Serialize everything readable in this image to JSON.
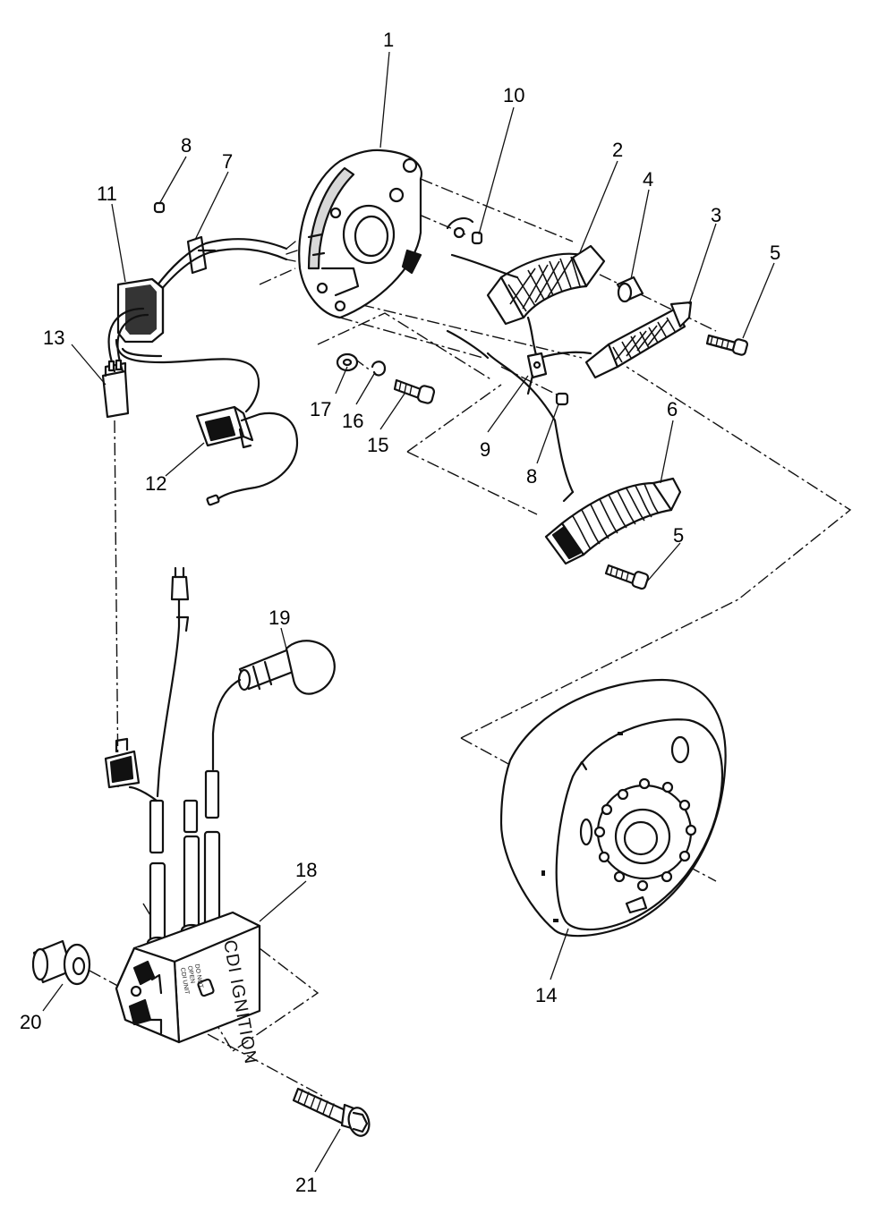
{
  "diagram": {
    "part_labels": [
      "1",
      "2",
      "3",
      "4",
      "5",
      "6",
      "7",
      "8",
      "9",
      "10",
      "11",
      "12",
      "13",
      "14",
      "15",
      "16",
      "17",
      "18",
      "19",
      "20",
      "21"
    ],
    "cdi_marking": "CDI IGNITION",
    "cdi_small_text": [
      "DO NOT",
      "OPEN",
      "CDI UNIT"
    ]
  }
}
